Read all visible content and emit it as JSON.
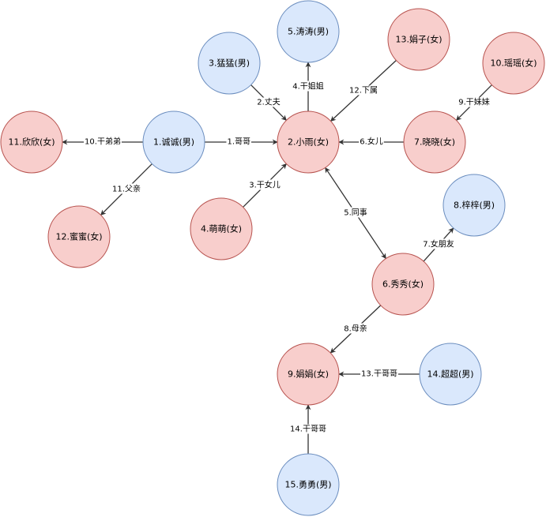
{
  "nodes": [
    {
      "id": "n1",
      "label": "1.诚诚(男)",
      "gender": "male"
    },
    {
      "id": "n2",
      "label": "2.小雨(女)",
      "gender": "female"
    },
    {
      "id": "n3",
      "label": "3.猛猛(男)",
      "gender": "male"
    },
    {
      "id": "n4",
      "label": "4.萌萌(女)",
      "gender": "female"
    },
    {
      "id": "n5",
      "label": "5.涛涛(男)",
      "gender": "male"
    },
    {
      "id": "n6",
      "label": "6.秀秀(女)",
      "gender": "female"
    },
    {
      "id": "n7",
      "label": "7.晓晓(女)",
      "gender": "female"
    },
    {
      "id": "n8",
      "label": "8.梓梓(男)",
      "gender": "male"
    },
    {
      "id": "n9",
      "label": "9.娟娟(女)",
      "gender": "female"
    },
    {
      "id": "n10",
      "label": "10.瑶瑶(女)",
      "gender": "female"
    },
    {
      "id": "n11",
      "label": "11.欣欣(女)",
      "gender": "female"
    },
    {
      "id": "n12",
      "label": "12.蜜蜜(女)",
      "gender": "female"
    },
    {
      "id": "n13",
      "label": "13.娟子(女)",
      "gender": "female"
    },
    {
      "id": "n14",
      "label": "14.超超(男)",
      "gender": "male"
    },
    {
      "id": "n15",
      "label": "15.勇勇(男)",
      "gender": "male"
    }
  ],
  "edges": [
    {
      "id": "e1",
      "from": "n1",
      "to": "n2",
      "label": "1.哥哥",
      "both": false
    },
    {
      "id": "e2",
      "from": "n3",
      "to": "n2",
      "label": "2.丈夫",
      "both": false
    },
    {
      "id": "e3",
      "from": "n4",
      "to": "n2",
      "label": "3.干女儿",
      "both": false
    },
    {
      "id": "e4",
      "from": "n2",
      "to": "n5",
      "label": "4.干姐姐",
      "both": false
    },
    {
      "id": "e5",
      "from": "n2",
      "to": "n6",
      "label": "5.同事",
      "both": true
    },
    {
      "id": "e6",
      "from": "n7",
      "to": "n2",
      "label": "6.女儿",
      "both": false
    },
    {
      "id": "e7",
      "from": "n6",
      "to": "n8",
      "label": "7.女朋友",
      "both": false
    },
    {
      "id": "e8",
      "from": "n6",
      "to": "n9",
      "label": "8.母亲",
      "both": false
    },
    {
      "id": "e9",
      "from": "n10",
      "to": "n7",
      "label": "9.干妹妹",
      "both": false
    },
    {
      "id": "e10",
      "from": "n1",
      "to": "n11",
      "label": "10.干弟弟",
      "both": false
    },
    {
      "id": "e11",
      "from": "n1",
      "to": "n12",
      "label": "11.父亲",
      "both": false
    },
    {
      "id": "e12",
      "from": "n13",
      "to": "n2",
      "label": "12.下属",
      "both": false
    },
    {
      "id": "e13",
      "from": "n14",
      "to": "n9",
      "label": "13.干哥哥",
      "both": false
    },
    {
      "id": "e14",
      "from": "n15",
      "to": "n9",
      "label": "14.干哥哥",
      "both": false
    }
  ]
}
